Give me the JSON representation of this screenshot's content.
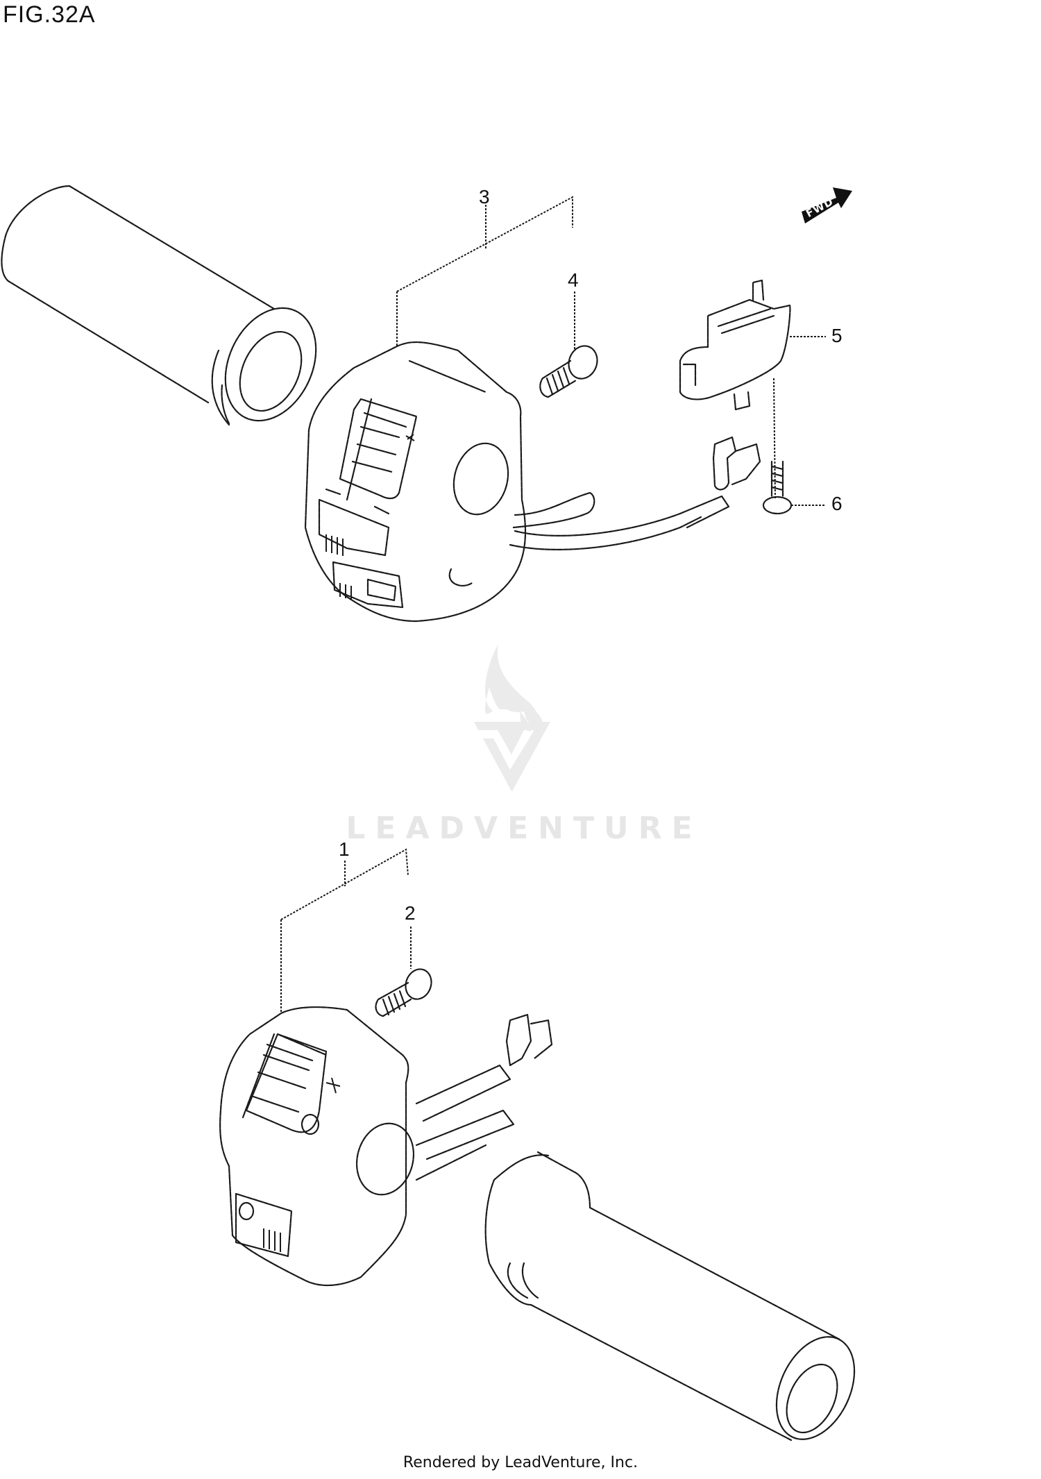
{
  "figure": {
    "title": "FIG.32A"
  },
  "direction_badge": {
    "label": "FWD",
    "icon": "forward-arrow-icon"
  },
  "callouts": [
    {
      "number": "1",
      "part": "left handlebar switch assembly"
    },
    {
      "number": "2",
      "part": "screw"
    },
    {
      "number": "3",
      "part": "right handlebar switch assembly"
    },
    {
      "number": "4",
      "part": "screw"
    },
    {
      "number": "5",
      "part": "switch / relay module"
    },
    {
      "number": "6",
      "part": "screw"
    }
  ],
  "watermark": {
    "text": "LEADVENTURE",
    "icon": "leadventure-torch-logo-icon",
    "color": "#ebebeb"
  },
  "footer": {
    "text": "Rendered by LeadVenture, Inc."
  },
  "colors": {
    "line_art": "#1a1a1a",
    "background": "#ffffff"
  }
}
